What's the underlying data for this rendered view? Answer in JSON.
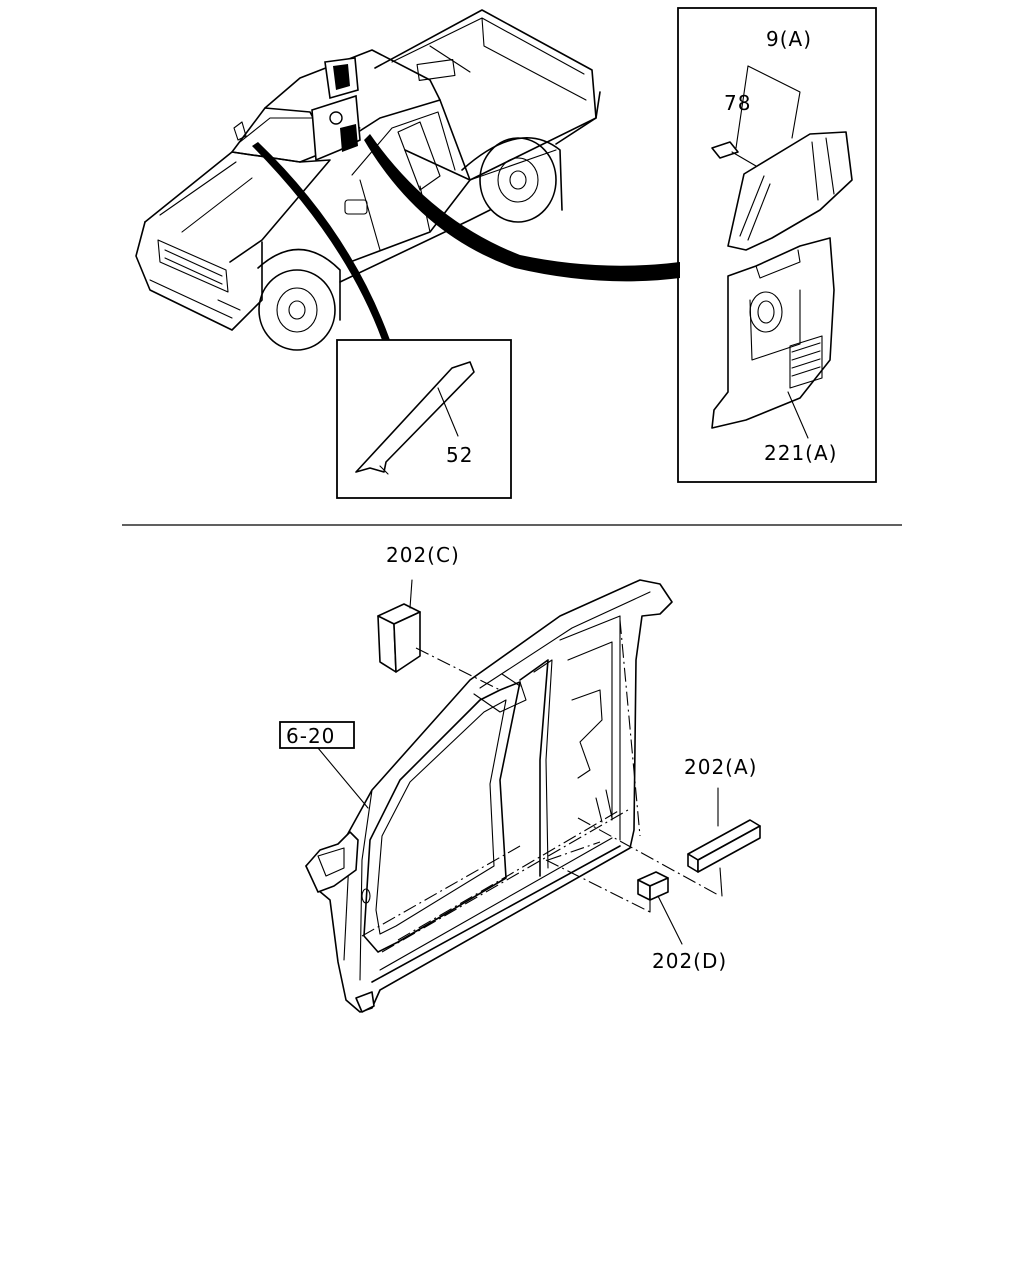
{
  "labels": {
    "part_9a": "9(A)",
    "part_78": "78",
    "part_221a": "221(A)",
    "part_52": "52",
    "part_202c": "202(C)",
    "part_6_20": "6-20",
    "part_202a": "202(A)",
    "part_202d": "202(D)"
  },
  "colors": {
    "line": "#000000",
    "background": "#ffffff"
  }
}
